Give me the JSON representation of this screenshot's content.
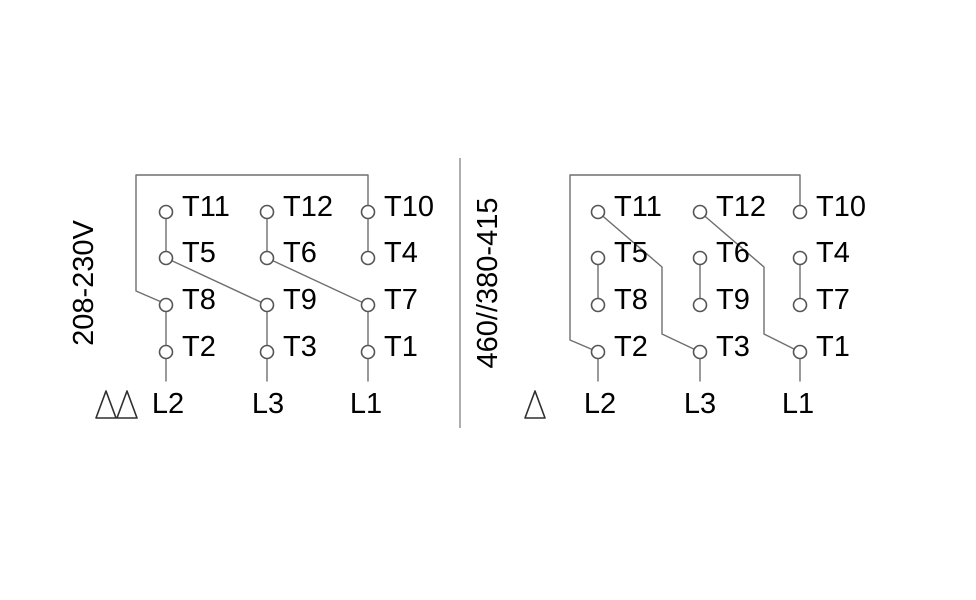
{
  "style": {
    "background_color": "#ffffff",
    "text_color": "#000000",
    "wire_color": "#6e6e6e"
  },
  "diagrams": [
    {
      "voltage_label": "208-230V",
      "connection_symbol": "double-delta-icon",
      "terminal_rows": [
        [
          "T11",
          "T12",
          "T10"
        ],
        [
          "T5",
          "T6",
          "T4"
        ],
        [
          "T8",
          "T9",
          "T7"
        ],
        [
          "T2",
          "T3",
          "T1"
        ]
      ],
      "line_labels": [
        "L2",
        "L3",
        "L1"
      ]
    },
    {
      "voltage_label": "460//380-415",
      "connection_symbol": "delta-icon",
      "terminal_rows": [
        [
          "T11",
          "T12",
          "T10"
        ],
        [
          "T5",
          "T6",
          "T4"
        ],
        [
          "T8",
          "T9",
          "T7"
        ],
        [
          "T2",
          "T3",
          "T1"
        ]
      ],
      "line_labels": [
        "L2",
        "L3",
        "L1"
      ]
    }
  ]
}
